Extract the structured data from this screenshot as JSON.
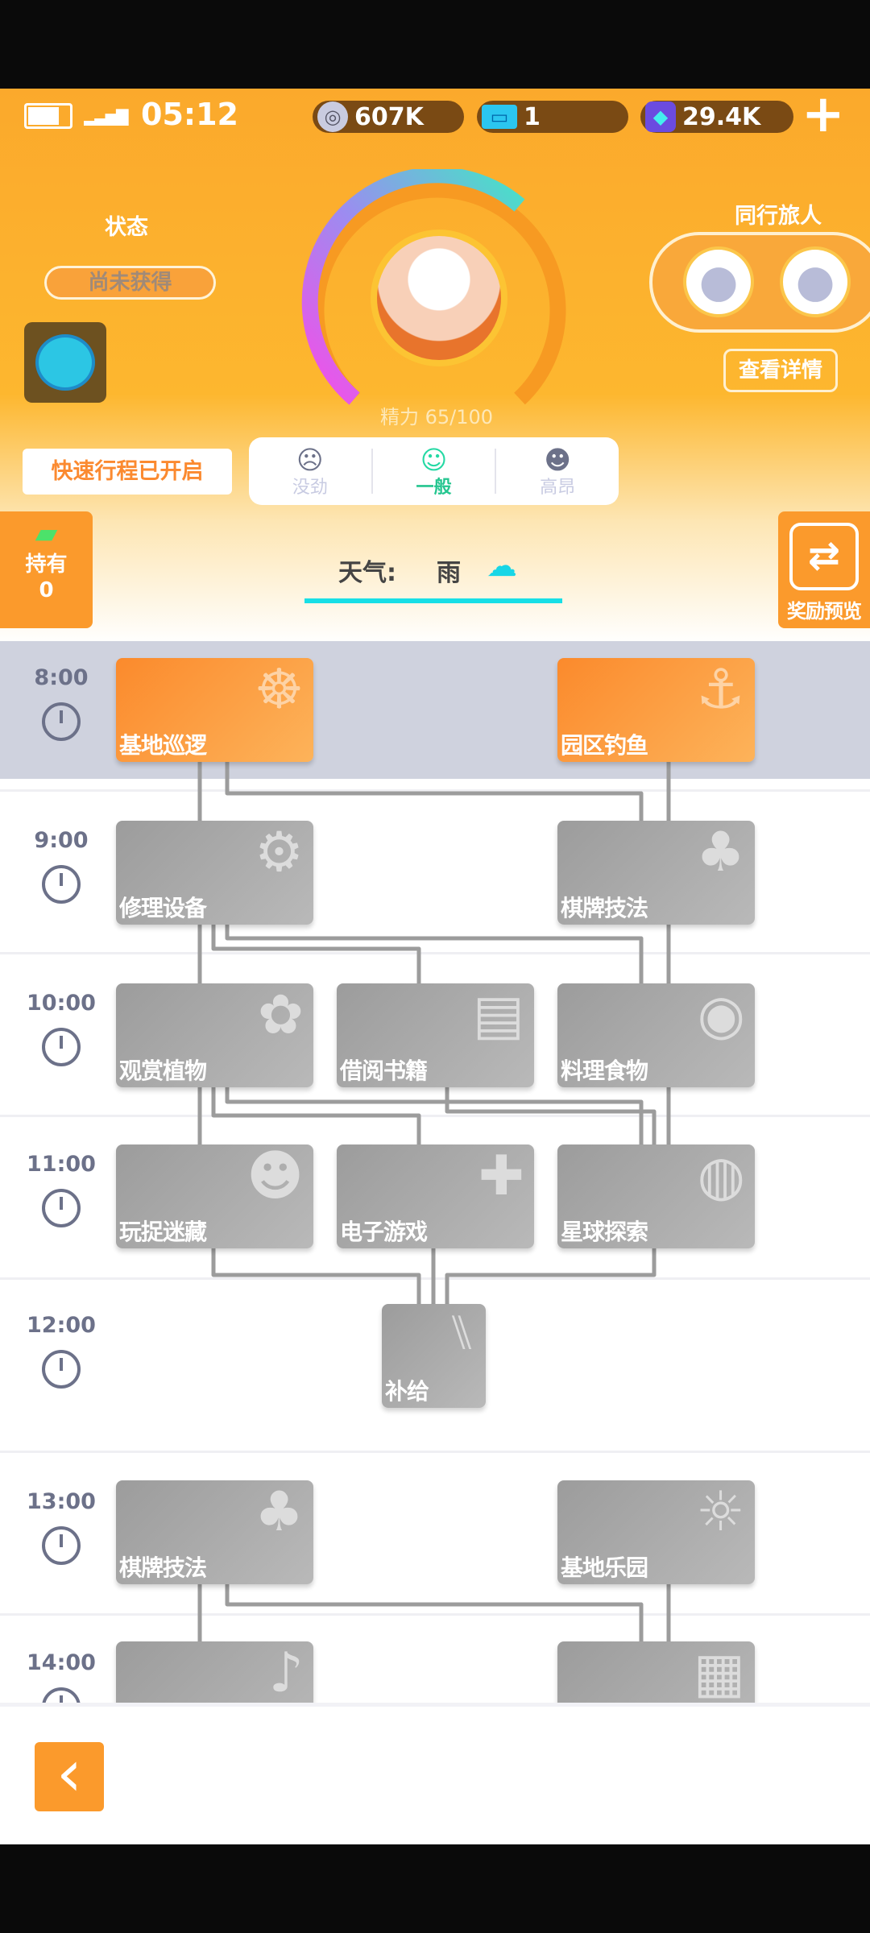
{
  "status_bar": {
    "time": "05:12"
  },
  "currencies": [
    {
      "icon": "coin-icon",
      "value": "607K"
    },
    {
      "icon": "ticket-icon",
      "value": "1"
    },
    {
      "icon": "crystal-icon",
      "value": "29.4K"
    }
  ],
  "header": {
    "add_label": "+",
    "status_title": "状态",
    "status_value": "尚未获得",
    "energy": "精力 65/100",
    "energy_fraction": 0.65,
    "companions_title": "同行旅人",
    "details_button": "查看详情",
    "quick_trip": "快速行程已开启"
  },
  "moods": [
    {
      "label": "没劲",
      "face": "☹"
    },
    {
      "label": "一般",
      "face": "☺"
    },
    {
      "label": "高昂",
      "face": "☻"
    }
  ],
  "selected_mood": "一般",
  "colors": {
    "accent": "#fb9a2c",
    "active_mood": "#25d9a4",
    "weather_line": "#18dfe6",
    "card_gray": "#a8a8a8",
    "card_active": "#fb8a2c"
  },
  "side": {
    "hold_label": "持有",
    "hold_count": "0",
    "reward_label": "奖励预览"
  },
  "weather": {
    "label": "天气:",
    "value": "雨",
    "icon": "rain-cloud-icon"
  },
  "timeline": [
    {
      "time": "8:00",
      "cards": [
        {
          "label": "基地巡逻",
          "icon": "☸"
        },
        {
          "label": "园区钓鱼",
          "icon": "⚓"
        }
      ]
    },
    {
      "time": "9:00",
      "cards": [
        {
          "label": "修理设备",
          "icon": "⚙"
        },
        {
          "label": "棋牌技法",
          "icon": "♣"
        }
      ]
    },
    {
      "time": "10:00",
      "cards": [
        {
          "label": "观赏植物",
          "icon": "✿"
        },
        {
          "label": "借阅书籍",
          "icon": "▤"
        },
        {
          "label": "料理食物",
          "icon": "◉"
        }
      ]
    },
    {
      "time": "11:00",
      "cards": [
        {
          "label": "玩捉迷藏",
          "icon": "☻"
        },
        {
          "label": "电子游戏",
          "icon": "✚"
        },
        {
          "label": "星球探索",
          "icon": "◍"
        }
      ]
    },
    {
      "time": "12:00",
      "cards": [
        {
          "label": "补给",
          "icon": "⑊"
        }
      ]
    },
    {
      "time": "13:00",
      "cards": [
        {
          "label": "棋牌技法",
          "icon": "♣"
        },
        {
          "label": "基地乐园",
          "icon": "☼"
        }
      ]
    },
    {
      "time": "14:00",
      "cards": [
        {
          "label": "",
          "icon": "♪"
        },
        {
          "label": "",
          "icon": "▦"
        }
      ]
    }
  ],
  "footer": {
    "back_icon": "‹"
  }
}
